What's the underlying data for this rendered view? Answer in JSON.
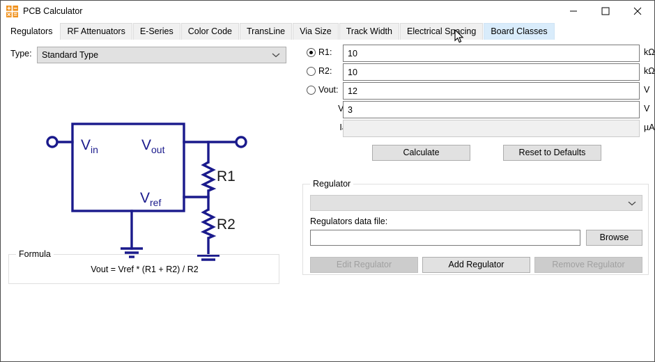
{
  "window": {
    "title": "PCB Calculator",
    "icon": "calculator-icon",
    "controls": {
      "minimize": "minimize-icon",
      "maximize": "maximize-icon",
      "close": "close-icon"
    }
  },
  "tabs": [
    {
      "label": "Regulators",
      "state": "active"
    },
    {
      "label": "RF Attenuators",
      "state": "normal"
    },
    {
      "label": "E-Series",
      "state": "normal"
    },
    {
      "label": "Color Code",
      "state": "normal"
    },
    {
      "label": "TransLine",
      "state": "normal"
    },
    {
      "label": "Via Size",
      "state": "normal"
    },
    {
      "label": "Track Width",
      "state": "normal"
    },
    {
      "label": "Electrical Spacing",
      "state": "normal"
    },
    {
      "label": "Board Classes",
      "state": "hover"
    }
  ],
  "left": {
    "type_label": "Type:",
    "type_value": "Standard Type",
    "schematic": {
      "name": "regulator-schematic",
      "vin_label": "V",
      "vin_sub": "in",
      "vout_label": "V",
      "vout_sub": "out",
      "vref_label": "V",
      "vref_sub": "ref",
      "r1_label": "R1",
      "r2_label": "R2",
      "line_color": "#1a1a8c"
    },
    "formula": {
      "legend": "Formula",
      "text": "Vout = Vref * (R1 + R2) / R2"
    }
  },
  "right": {
    "fields": [
      {
        "name": "r1",
        "label": "R1:",
        "value": "10",
        "unit": "kΩ",
        "radio": true,
        "checked": true,
        "disabled": false
      },
      {
        "name": "r2",
        "label": "R2:",
        "value": "10",
        "unit": "kΩ",
        "radio": true,
        "checked": false,
        "disabled": false
      },
      {
        "name": "vout",
        "label": "Vout:",
        "value": "12",
        "unit": "V",
        "radio": true,
        "checked": false,
        "disabled": false
      },
      {
        "name": "vref",
        "label": "Vref:",
        "value": "3",
        "unit": "V",
        "radio": false,
        "checked": false,
        "disabled": false
      },
      {
        "name": "iadj",
        "label": "Iadj:",
        "value": "",
        "unit": "µA",
        "radio": false,
        "checked": false,
        "disabled": true
      }
    ],
    "calculate_label": "Calculate",
    "reset_label": "Reset to Defaults",
    "regulator_group": {
      "legend": "Regulator",
      "combo_value": "",
      "datafile_label": "Regulators data file:",
      "datafile_value": "",
      "browse_label": "Browse",
      "edit_label": "Edit Regulator",
      "add_label": "Add Regulator",
      "remove_label": "Remove Regulator"
    }
  }
}
